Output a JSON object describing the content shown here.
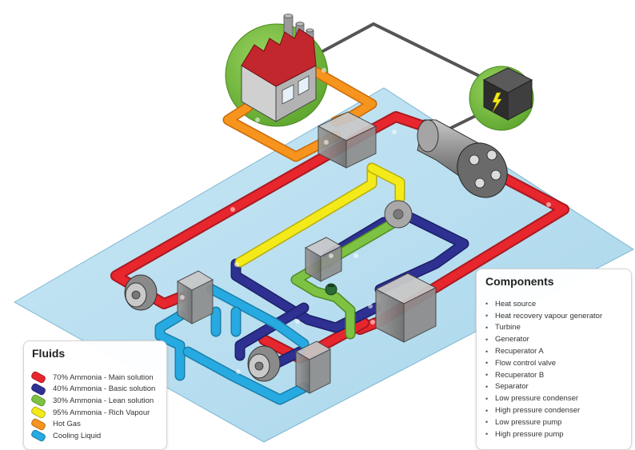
{
  "fluids": {
    "title": "Fluids",
    "items": [
      {
        "label": "70% Ammonia - Main solution",
        "color": "#e8262d"
      },
      {
        "label": "40% Ammonia - Basic solution",
        "color": "#2e3192"
      },
      {
        "label": "30% Ammonia - Lean solution",
        "color": "#7dc242"
      },
      {
        "label": "95% Ammonia - Rich Vapour",
        "color": "#f4ea1a"
      },
      {
        "label": "Hot Gas",
        "color": "#f7941d"
      },
      {
        "label": "Cooling Liquid",
        "color": "#27aae1"
      }
    ]
  },
  "components": {
    "title": "Components",
    "items": [
      "Heat source",
      "Heat recovery vapour generator",
      "Turbine",
      "Generator",
      "Recuperator A",
      "Flow control valve",
      "Recuperator B",
      "Separator",
      "Low pressure condenser",
      "High pressure condenser",
      "Low pressure pump",
      "High pressure pump"
    ]
  },
  "icons": {
    "heat_source": "factory-icon",
    "generator": "lightning-bolt-icon",
    "turbine": "turbine-cone-icon",
    "pump": "pump-icon",
    "valve": "valve-icon"
  },
  "colors": {
    "platform": "#b9dff0",
    "circle_background": "#7dc242",
    "factory_roof": "#c1272d",
    "generator_box": "#3a3a3a",
    "bolt": "#f4ea1a"
  }
}
